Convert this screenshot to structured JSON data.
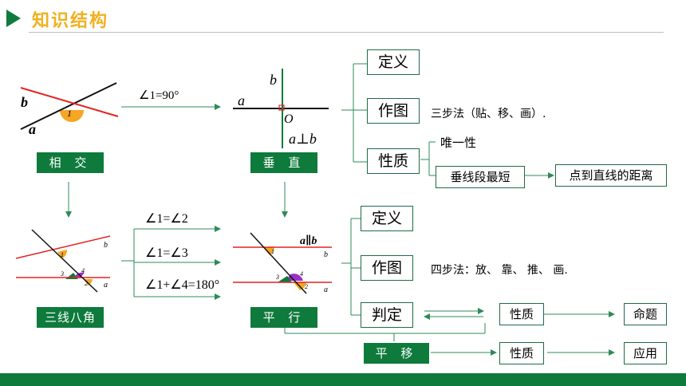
{
  "header": {
    "title": "知识结构"
  },
  "left": {
    "intersect_label": "相 交",
    "three_lines_label": "三线八角",
    "intersect_fig": {
      "a": "a",
      "b": "b",
      "angle": "1"
    },
    "three_fig": {
      "a": "a",
      "b": "b",
      "n1": "1",
      "n2": "2",
      "n3": "3",
      "n4": "4"
    }
  },
  "middle": {
    "angle90": "∠1=90°",
    "perp_label": "垂 直",
    "parallel_label": "平 行",
    "perp_fig": {
      "a": "a",
      "b": "b",
      "o": "O",
      "a_perp_b": "a⊥b"
    },
    "par_fig": {
      "a": "a",
      "b": "b",
      "a_par_b": "a∥b",
      "n1": "1",
      "n2": "2",
      "n3": "3",
      "n4": "4"
    },
    "conditions": [
      "∠1=∠2",
      "∠1=∠3",
      "∠1+∠4=180°"
    ]
  },
  "perp_branch": {
    "definition": "定义",
    "construction": "作图",
    "construction_note": "三步法（贴、移、画）.",
    "property": "性质",
    "uniqueness": "唯一性",
    "shortest": "垂线段最短",
    "distance": "点到直线的距离"
  },
  "par_branch": {
    "definition": "定义",
    "construction": "作图",
    "construction_note": "四步法：放、 靠、 推、 画.",
    "judgement": "判定",
    "property": "性质",
    "proposition": "命题"
  },
  "translation": {
    "label": "平 移",
    "property": "性质",
    "application": "应用"
  },
  "colors": {
    "green": "#0e7a3c",
    "title": "#f0b020",
    "red": "#e02424",
    "orange": "#f5a623",
    "purple": "#9b30c8"
  }
}
